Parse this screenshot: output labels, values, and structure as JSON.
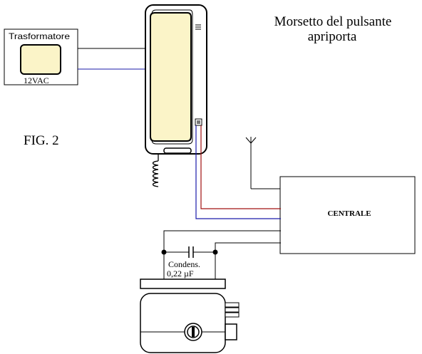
{
  "labels": {
    "trasformatore": "Trasformatore",
    "voltage": "12VAC",
    "morsetto_line1": "Morsetto del pulsante",
    "morsetto_line2": "apriporta",
    "figure": "FIG. 2",
    "centrale": "CENTRALE",
    "condens_line1": "Condens.",
    "condens_line2": "0,22 µF"
  },
  "colors": {
    "wire_black": "#000000",
    "wire_blue": "#1a1aaa",
    "wire_red": "#a01010",
    "handset_fill": "#fbf4c8",
    "transformer_fill": "#fbf4c8"
  },
  "icons": {
    "antenna": "antenna-icon",
    "capacitor": "capacitor-icon",
    "handset": "handset-icon",
    "door_lock": "door-lock-icon",
    "key_cylinder": "key-cylinder-icon",
    "coiled_cord": "coiled-cord-icon"
  }
}
